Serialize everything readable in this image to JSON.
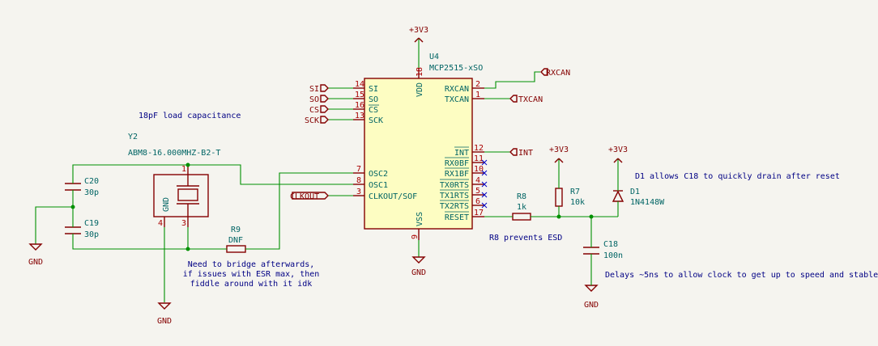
{
  "notes": {
    "load_cap": "18pF load capacitance",
    "r9": [
      "Need to bridge afterwards,",
      "if issues with ESR max, then",
      "fiddle around with it idk"
    ],
    "d1": "D1 allows C18 to quickly drain after reset",
    "r8": "R8 prevents ESD",
    "c18": "Delays ~5ns to allow clock to get up to speed and stable"
  },
  "u4": {
    "ref": "U4",
    "value": "MCP2515-xSO",
    "left_pins": [
      {
        "name": "SI",
        "num": "14",
        "net": "SI"
      },
      {
        "name": "SO",
        "num": "15",
        "net": "SO"
      },
      {
        "name": "CS",
        "num": "16",
        "net": "CS"
      },
      {
        "name": "SCK",
        "num": "13",
        "net": "SCK"
      },
      {
        "name": "OSC2",
        "num": "7"
      },
      {
        "name": "OSC1",
        "num": "8"
      },
      {
        "name": "CLKOUT/SOF",
        "num": "3",
        "net": "CLKOUT"
      }
    ],
    "right_pins": [
      {
        "name": "RXCAN",
        "num": "2",
        "net": "RXCAN"
      },
      {
        "name": "TXCAN",
        "num": "1",
        "net": "TXCAN"
      },
      {
        "name": "INT",
        "num": "12",
        "net": "INT"
      },
      {
        "name": "RX0BF",
        "num": "11"
      },
      {
        "name": "RX1BF",
        "num": "10"
      },
      {
        "name": "TX0RTS",
        "num": "4"
      },
      {
        "name": "TX1RTS",
        "num": "5"
      },
      {
        "name": "TX2RTS",
        "num": "6"
      },
      {
        "name": "RESET",
        "num": "17"
      }
    ],
    "top_pin": {
      "name": "VDD",
      "num": "18"
    },
    "bottom_pin": {
      "name": "VSS",
      "num": "9"
    }
  },
  "y2": {
    "ref": "Y2",
    "value": "ABM8-16.000MHZ-B2-T",
    "pin_gnd": "GND",
    "pin1": "1",
    "pin3": "3",
    "pin4": "4"
  },
  "c20": {
    "ref": "C20",
    "value": "30p"
  },
  "c19": {
    "ref": "C19",
    "value": "30p"
  },
  "r9": {
    "ref": "R9",
    "value": "DNF"
  },
  "r8": {
    "ref": "R8",
    "value": "1k"
  },
  "r7": {
    "ref": "R7",
    "value": "10k"
  },
  "c18": {
    "ref": "C18",
    "value": "100n"
  },
  "d1": {
    "ref": "D1",
    "value": "1N4148W"
  },
  "power": {
    "v33": "+3V3",
    "gnd": "GND"
  }
}
